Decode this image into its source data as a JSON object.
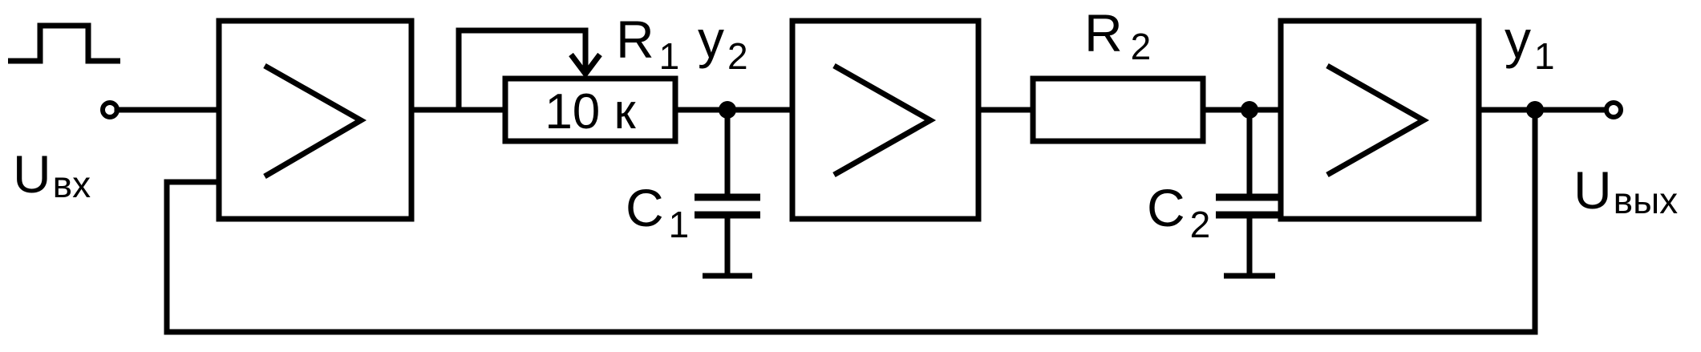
{
  "labels": {
    "input": {
      "main": "U",
      "sub": "вх"
    },
    "output": {
      "main": "U",
      "sub": "вых"
    },
    "r1": {
      "main": "R",
      "sub": "1"
    },
    "r2": {
      "main": "R",
      "sub": "2"
    },
    "c1": {
      "main": "C",
      "sub": "1"
    },
    "c2": {
      "main": "C",
      "sub": "2"
    },
    "y1": {
      "main": "y",
      "sub": "1"
    },
    "y2": {
      "main": "y",
      "sub": "2"
    },
    "r1_value": "10 к"
  }
}
